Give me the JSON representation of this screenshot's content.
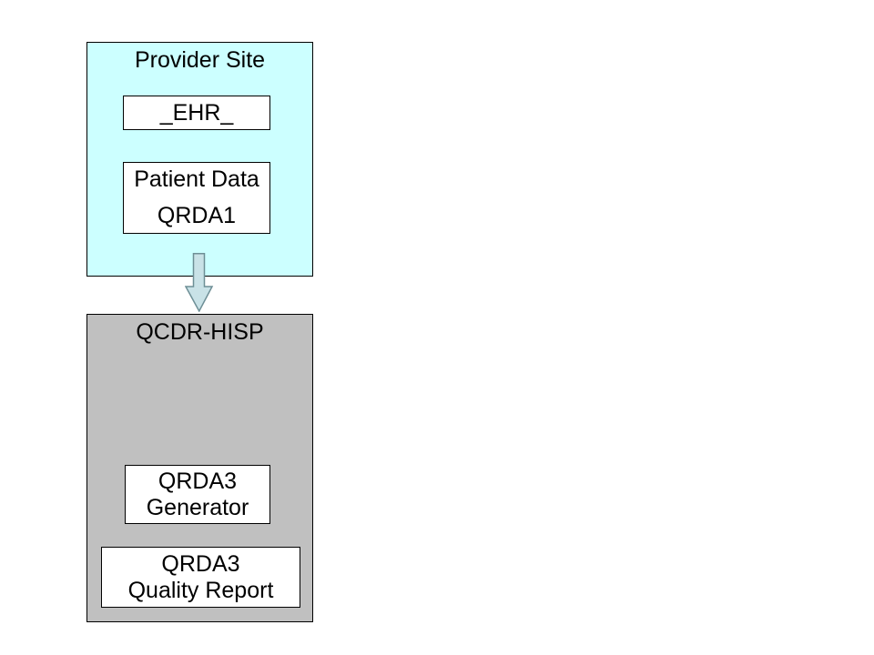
{
  "provider_site": {
    "title": "Provider Site",
    "ehr_label": "_EHR_",
    "patient_data_line1": "Patient Data",
    "patient_data_line2": "QRDA1"
  },
  "arrow": {
    "icon": "down-block-arrow"
  },
  "qcdr_hisp": {
    "title": "QCDR-HISP",
    "generator_line1": "QRDA3",
    "generator_line2": "Generator",
    "quality_report_line1": "QRDA3",
    "quality_report_line2": "Quality Report"
  },
  "colors": {
    "background": "#FFFFFF",
    "provider_fill": "#CCFFFF",
    "qcdr_fill": "#C0C0C0",
    "node_fill": "#FFFFFF",
    "border": "#000000",
    "text": "#000000",
    "arrow_fill": "#C9E2E7",
    "arrow_stroke": "#6E8F96"
  }
}
